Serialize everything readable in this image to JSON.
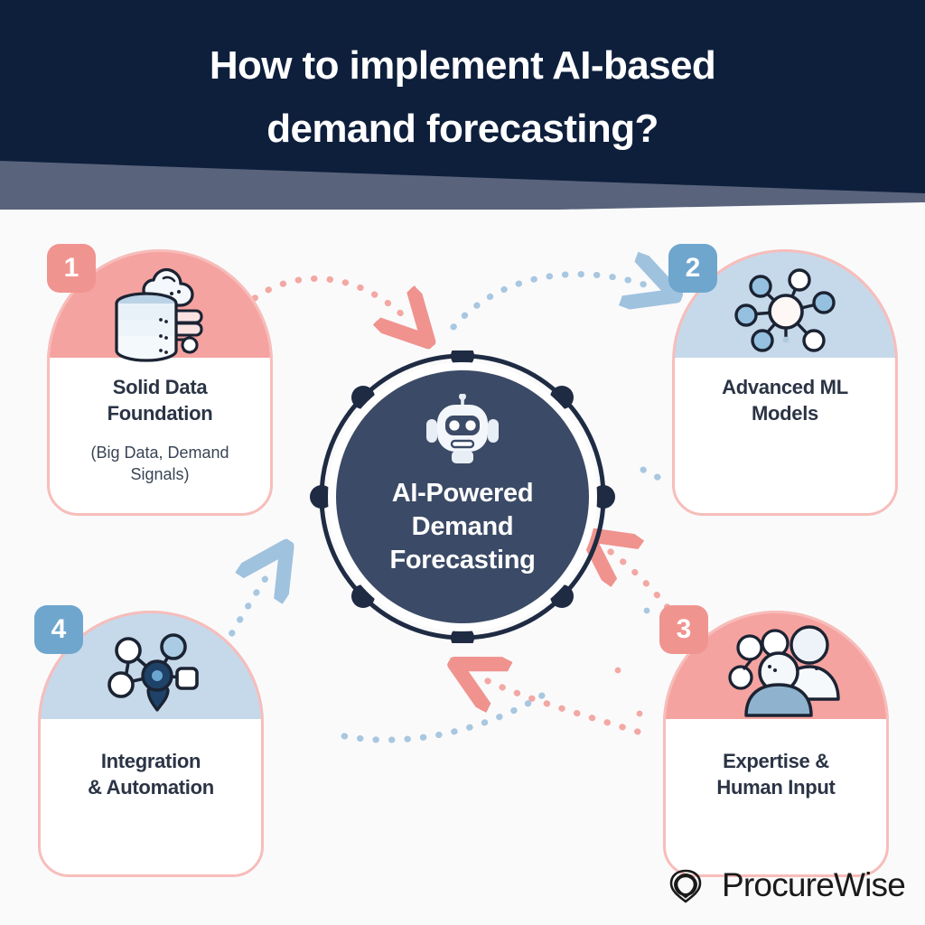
{
  "header": {
    "title_line1": "How to implement AI-based",
    "title_line2": "demand forecasting?",
    "bg_color": "#0E1F3C",
    "accent_band_color": "#59637B"
  },
  "center": {
    "label_line1": "AI-Powered",
    "label_line2": "Demand",
    "label_line3": "Forecasting",
    "icon": "robot-icon",
    "disc_color": "#3B4A66",
    "ring_dot_count": 8
  },
  "cards": [
    {
      "number": "1",
      "title_line1": "Solid Data",
      "title_line2": "Foundation",
      "subtitle_line1": "(Big Data, Demand",
      "subtitle_line2": "Signals)",
      "icon": "database-cloud-icon",
      "accent": "#F5A3A0",
      "badge_color": "#F09490"
    },
    {
      "number": "2",
      "title_line1": "Advanced ML",
      "title_line2": "Models",
      "subtitle_line1": "",
      "subtitle_line2": "",
      "icon": "network-hub-icon",
      "accent": "#C6D9EA",
      "badge_color": "#6EA6CE"
    },
    {
      "number": "3",
      "title_line1": "Expertise &",
      "title_line2": "Human Input",
      "subtitle_line1": "",
      "subtitle_line2": "",
      "icon": "people-group-icon",
      "accent": "#F5A3A0",
      "badge_color": "#F09490"
    },
    {
      "number": "4",
      "title_line1": "Integration",
      "title_line2": "& Automation",
      "subtitle_line1": "",
      "subtitle_line2": "",
      "icon": "nodes-automation-icon",
      "accent": "#C6D9EA",
      "badge_color": "#6EA6CE"
    }
  ],
  "connectors": [
    {
      "name": "card1-to-center",
      "color": "#F3A8A3",
      "style": "dotted-arrow"
    },
    {
      "name": "center-to-card2",
      "color": "#A8C7E0",
      "style": "dotted-arrow"
    },
    {
      "name": "card3-to-center",
      "color": "#F3A8A3",
      "style": "dotted-arrow"
    },
    {
      "name": "card3-to-card4",
      "color": "#F3A8A3",
      "style": "dotted-arrow"
    },
    {
      "name": "card4-to-center",
      "color": "#A8C7E0",
      "style": "dotted-arrow"
    },
    {
      "name": "center-to-card4-lower",
      "color": "#A8C7E0",
      "style": "dotted-arrow"
    }
  ],
  "logo": {
    "name": "ProcureWise",
    "mark": "knot-logo-icon",
    "color": "#1A1A1A"
  },
  "background_color": "#FAFAFB"
}
